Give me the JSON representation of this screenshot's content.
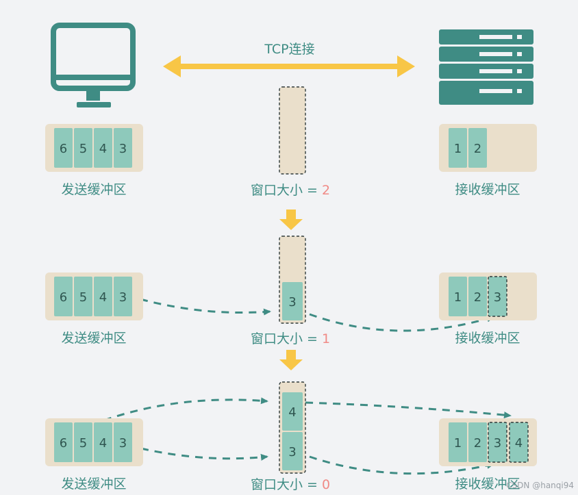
{
  "title": "TCP连接",
  "colors": {
    "background": "#f2f3f5",
    "teal": "#3f8c84",
    "buffer": "#eadfcb",
    "cell": "#8ec9bb",
    "arrow_yellow": "#f8c646",
    "window_value": "#f08a86"
  },
  "icons": {
    "client": "monitor-icon",
    "server": "server-icon"
  },
  "labels": {
    "send_buffer": "发送缓冲区",
    "recv_buffer": "接收缓冲区",
    "window_prefix": "窗口大小 = "
  },
  "rows": [
    {
      "send_cells": [
        "6",
        "5",
        "4",
        "3"
      ],
      "window_cells": [],
      "window_value": "2",
      "recv_cells": [
        "1",
        "2"
      ],
      "recv_pending": []
    },
    {
      "send_cells": [
        "6",
        "5",
        "4",
        "3"
      ],
      "window_cells": [
        "3"
      ],
      "window_value": "1",
      "recv_cells": [
        "1",
        "2"
      ],
      "recv_pending": [
        "3"
      ]
    },
    {
      "send_cells": [
        "6",
        "5",
        "4",
        "3"
      ],
      "window_cells": [
        "4",
        "3"
      ],
      "window_value": "0",
      "recv_cells": [
        "1",
        "2"
      ],
      "recv_pending": [
        "3",
        "4"
      ]
    }
  ],
  "watermark": "CSDN @hanqi94"
}
